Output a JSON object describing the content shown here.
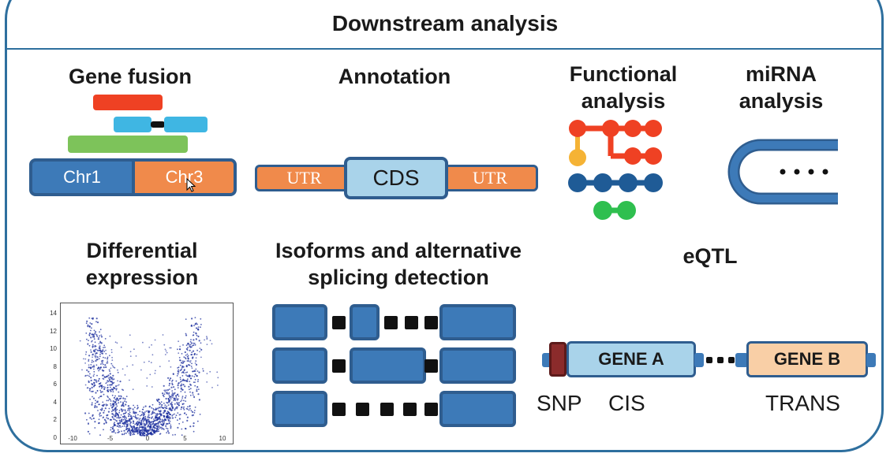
{
  "title": "Downstream analysis",
  "sections": {
    "gene_fusion": {
      "title": "Gene fusion",
      "chr1": "Chr1",
      "chr3": "Chr3"
    },
    "annotation": {
      "title": "Annotation",
      "utr_left": "UTR",
      "cds": "CDS",
      "utr_right": "UTR"
    },
    "functional": {
      "title_line1": "Functional",
      "title_line2": "analysis"
    },
    "mirna": {
      "title_line1": "miRNA",
      "title_line2": "analysis"
    },
    "differential": {
      "title_line1": "Differential",
      "title_line2": "expression",
      "y_ticks": [
        "14",
        "12",
        "10",
        "8",
        "6",
        "4",
        "2",
        "0"
      ],
      "x_ticks": [
        "-10",
        "-5",
        "0",
        "5",
        "10"
      ]
    },
    "isoforms": {
      "title_line1": "Isoforms and alternative",
      "title_line2": "splicing detection"
    },
    "eqtl": {
      "title": "eQTL",
      "gene_a": "GENE A",
      "gene_b": "GENE B",
      "snp": "SNP",
      "cis": "CIS",
      "trans": "TRANS"
    }
  },
  "colors": {
    "frame": "#2e6f9e",
    "red": "#ef4123",
    "light_blue": "#3fb6e3",
    "green": "#7dc35a",
    "dark_blue": "#3d7ab8",
    "orange": "#f08a4b",
    "pale_blue": "#a9d3ea",
    "peach": "#f9cfa6",
    "yellow": "#f5b335",
    "navy": "#1f5b96",
    "bright_green": "#2fbf4f",
    "snp": "#8b2b2b",
    "scatter": "#1c2f9e"
  }
}
